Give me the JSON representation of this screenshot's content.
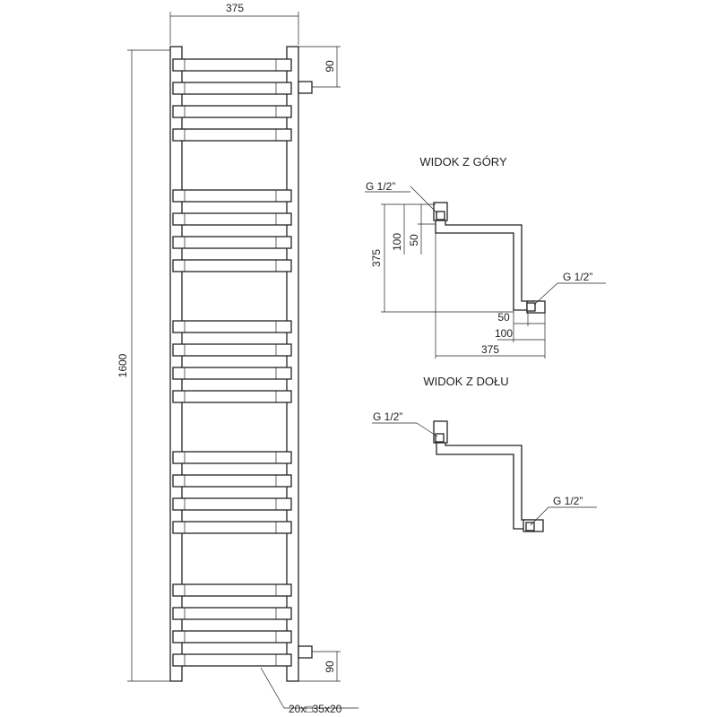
{
  "front_view": {
    "width_label": "375",
    "height_label": "1600",
    "top_offset_label": "90",
    "bottom_offset_label": "90",
    "tube_spec_label": "20x□35x20"
  },
  "top_view": {
    "title": "WIDOK Z GÓRY",
    "connector_top_label": "G 1/2”",
    "connector_right_label": "G 1/2”",
    "dim_100_vertical": "100",
    "dim_50_vertical": "50",
    "dim_375_vertical": "375",
    "dim_50_horizontal": "50",
    "dim_100_horizontal": "100",
    "dim_375_horizontal": "375"
  },
  "bottom_view": {
    "title": "WIDOK Z DOŁU",
    "connector_left_label": "G 1/2”",
    "connector_right_label": "G 1/2”"
  }
}
